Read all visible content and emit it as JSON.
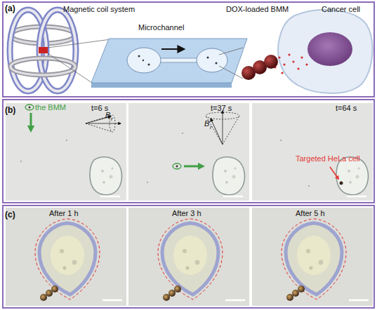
{
  "diagram": {
    "nodes": [
      {
        "text": [
          "(a)",
          "Magnetic coil system",
          "Microchannel",
          "DOX-loaded BMM",
          "Cancer cell"
        ]
      },
      {
        "text": [
          "(b)"
        ]
      },
      {
        "text": [
          "the BMM",
          "t=6 s",
          "B",
          "r"
        ],
        "in": 1
      },
      {
        "text": [
          "t=37 s",
          "B",
          "r"
        ],
        "in": 1
      },
      {
        "text": [
          "t=64 s",
          "Targeted HeLa cell"
        ],
        "in": 1
      },
      {
        "text": [
          "(c)"
        ]
      },
      {
        "text": [
          "After 1 h"
        ],
        "in": 5
      },
      {
        "text": [
          "After 3 h"
        ],
        "in": 5
      },
      {
        "text": [
          "After 5 h"
        ],
        "in": 5
      }
    ]
  }
}
